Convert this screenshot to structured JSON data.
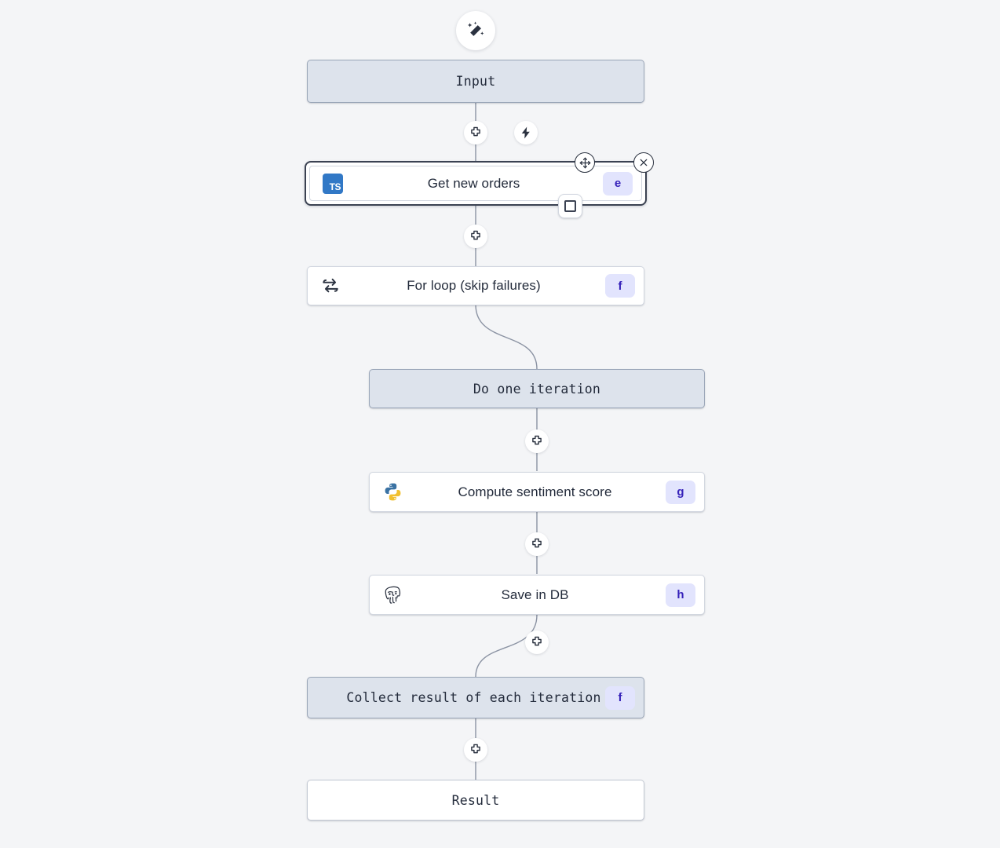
{
  "canvas": {
    "background_color": "#f4f5f7",
    "node_virtual_color": "#dde3ec",
    "node_white_color": "#ffffff",
    "badge_bg_color": "#e2e4fd",
    "badge_text_color": "#3723ba",
    "edge_color": "#8b93a3",
    "selection_border_color": "#3b4252"
  },
  "toolbar": {
    "wand_icon": "magic-wand-icon",
    "wand_title": "AI assistant"
  },
  "nodes": {
    "input": {
      "label": "Input",
      "kind": "virtual"
    },
    "get_new_orders": {
      "label": "Get new orders",
      "badge": "e",
      "icon": "typescript-icon",
      "icon_text": "TS",
      "kind": "module",
      "selected": true
    },
    "for_loop": {
      "label": "For loop (skip failures)",
      "badge": "f",
      "icon": "loop-icon",
      "kind": "module"
    },
    "do_one_iteration": {
      "label": "Do one iteration",
      "kind": "virtual"
    },
    "compute_sentiment": {
      "label": "Compute sentiment score",
      "badge": "g",
      "icon": "python-icon",
      "kind": "module"
    },
    "save_in_db": {
      "label": "Save in DB",
      "badge": "h",
      "icon": "postgresql-icon",
      "kind": "module"
    },
    "collect_result": {
      "label": "Collect result of each iteration",
      "badge": "f",
      "kind": "virtual"
    },
    "result": {
      "label": "Result",
      "kind": "white"
    }
  },
  "buttons": {
    "insert_plus": "+",
    "trigger_bolt": "lightning-bolt",
    "move_handle": "move-handle",
    "close_handle": "close-handle",
    "select_handle": "select-handle"
  }
}
